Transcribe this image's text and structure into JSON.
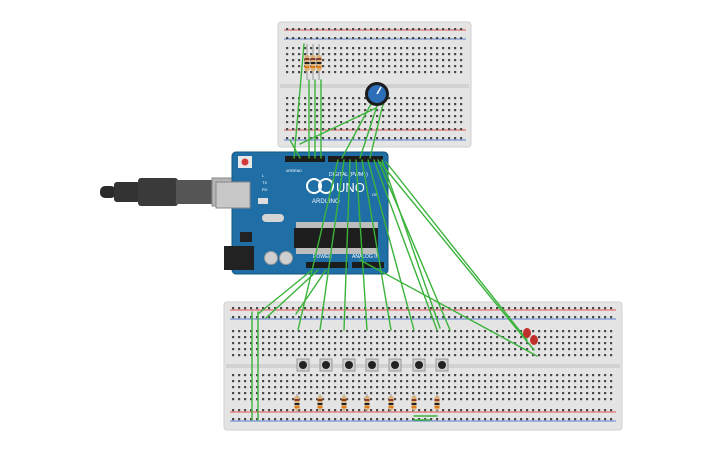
{
  "arduino": {
    "brand": "ARDUINO",
    "model": "UNO",
    "digital_label": "DIGITAL (PWM~)",
    "power_label": "POWER",
    "analog_label": "ANALOG IN",
    "tx_label": "TX",
    "rx_label": "RX",
    "l_label": "L",
    "on_label": "ON",
    "aref_label": "AREF",
    "gnd_label": "GND"
  },
  "components": {
    "top_resistors": 3,
    "potentiometer": 1,
    "pushbuttons": 7,
    "bottom_resistors": 7,
    "leds": 2
  },
  "colors": {
    "wire": "#3bb33b",
    "board_blue": "#1f6fa6",
    "breadboard": "#e4e4e4",
    "rail_red": "#e05050",
    "rail_blue": "#5a7fd0",
    "led_red": "#c0302a",
    "knob_blue": "#2c6fb8"
  }
}
